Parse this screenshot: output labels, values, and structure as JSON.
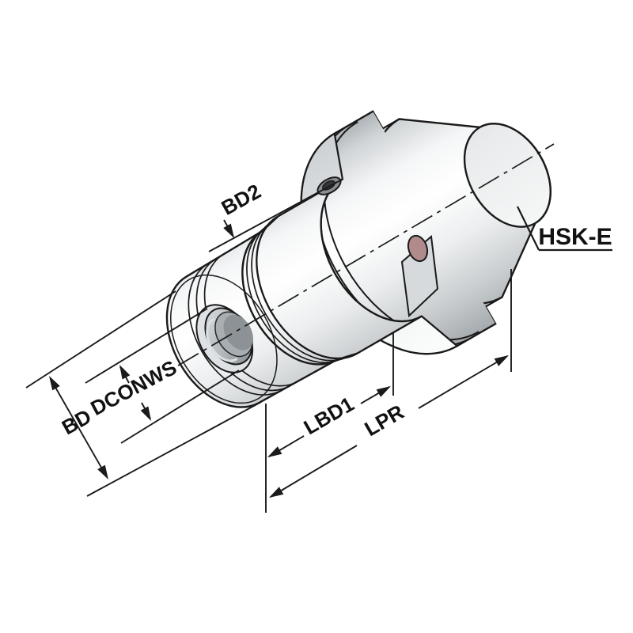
{
  "colors": {
    "background": "#ffffff",
    "line": "#1a1a1a",
    "accent_dot": "#b18b8b",
    "metal_highlight": "#ffffff",
    "metal_shadow": "#9fa4a8"
  },
  "dimensions": {
    "bd2": {
      "label": "BD2"
    },
    "bd": {
      "label": "BD"
    },
    "dconws": {
      "label": "DCONWS"
    },
    "lbd1": {
      "label": "LBD1"
    },
    "lpr": {
      "label": "LPR"
    }
  },
  "callouts": {
    "interface": {
      "label": "HSK-E"
    }
  }
}
